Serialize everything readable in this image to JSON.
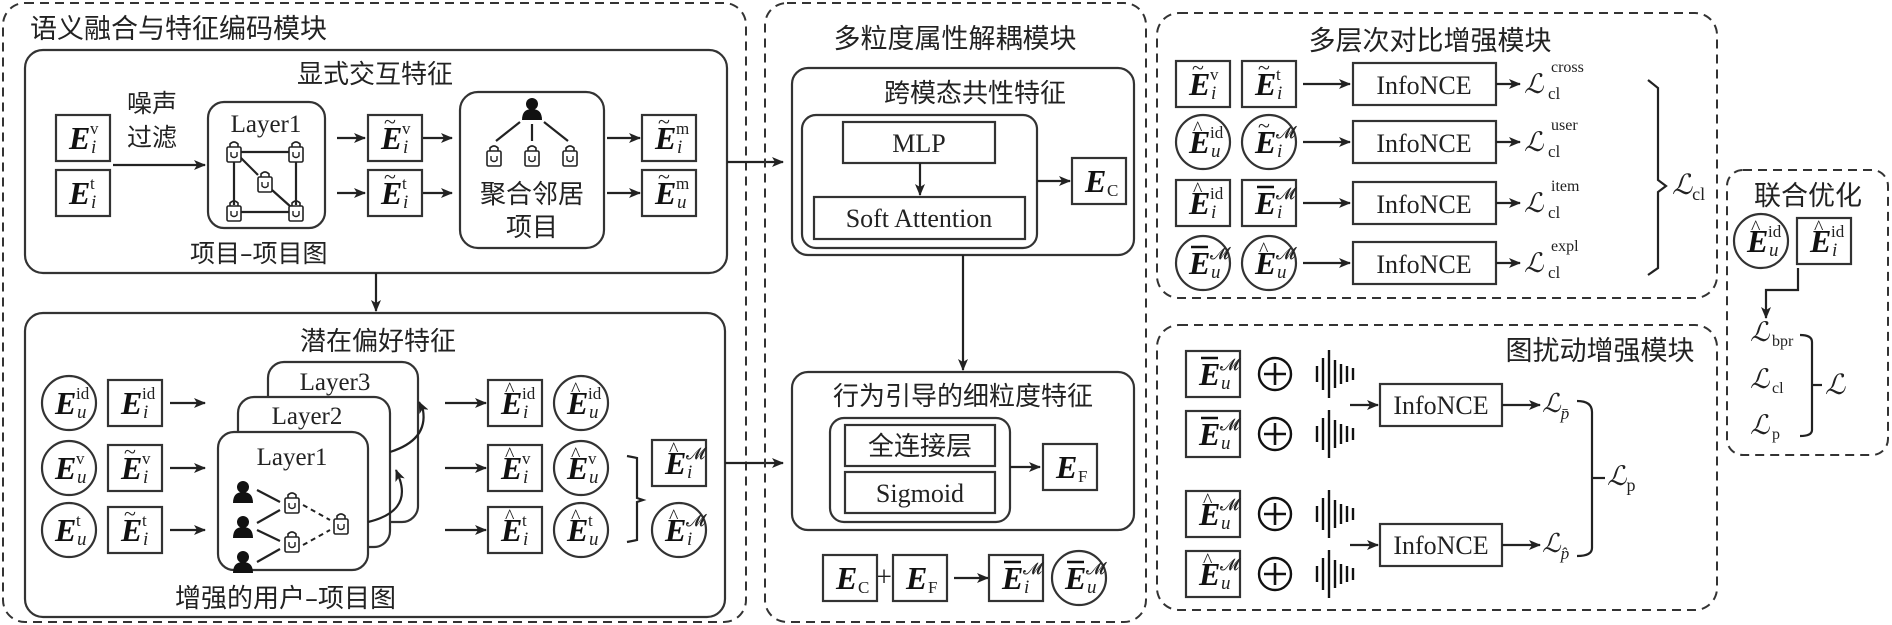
{
  "figure": {
    "modules": {
      "semantic_fusion": {
        "title": "语义融合与特征编码模块",
        "explicit": {
          "title": "显式交互特征",
          "noise_filter": [
            "噪声",
            "过滤"
          ],
          "layer_label": "Layer1",
          "item_graph_caption": "项目–项目图",
          "aggregate": [
            "聚合邻居",
            "项目"
          ],
          "inputs": [
            {
              "base": "E",
              "sub": "i",
              "sup": "v",
              "accent": "none",
              "shape": "box"
            },
            {
              "base": "E",
              "sub": "i",
              "sup": "t",
              "accent": "none",
              "shape": "box"
            }
          ],
          "mid": [
            {
              "base": "E",
              "sub": "i",
              "sup": "v",
              "accent": "tilde",
              "shape": "box"
            },
            {
              "base": "E",
              "sub": "i",
              "sup": "t",
              "accent": "tilde",
              "shape": "box"
            }
          ],
          "outputs": [
            {
              "base": "E",
              "sub": "i",
              "sup": "m",
              "accent": "tilde",
              "shape": "box"
            },
            {
              "base": "E",
              "sub": "u",
              "sup": "m",
              "accent": "tilde",
              "shape": "box"
            }
          ]
        },
        "latent": {
          "title": "潜在偏好特征",
          "layers": [
            "Layer3",
            "Layer2",
            "Layer1"
          ],
          "caption": "增强的用户–项目图",
          "rows": [
            {
              "user": {
                "base": "E",
                "sub": "u",
                "sup": "id",
                "accent": "none",
                "shape": "circle"
              },
              "item": {
                "base": "E",
                "sub": "i",
                "sup": "id",
                "accent": "none",
                "shape": "box"
              },
              "out_item": {
                "base": "E",
                "sub": "i",
                "sup": "id",
                "accent": "hat",
                "shape": "box"
              },
              "out_user": {
                "base": "E",
                "sub": "u",
                "sup": "id",
                "accent": "hat",
                "shape": "circle"
              }
            },
            {
              "user": {
                "base": "E",
                "sub": "u",
                "sup": "v",
                "accent": "none",
                "shape": "circle"
              },
              "item": {
                "base": "E",
                "sub": "i",
                "sup": "v",
                "accent": "tilde",
                "shape": "box"
              },
              "out_item": {
                "base": "E",
                "sub": "i",
                "sup": "v",
                "accent": "hat",
                "shape": "box"
              },
              "out_user": {
                "base": "E",
                "sub": "u",
                "sup": "v",
                "accent": "hat",
                "shape": "circle"
              }
            },
            {
              "user": {
                "base": "E",
                "sub": "u",
                "sup": "t",
                "accent": "none",
                "shape": "circle"
              },
              "item": {
                "base": "E",
                "sub": "i",
                "sup": "t",
                "accent": "tilde",
                "shape": "box"
              },
              "out_item": {
                "base": "E",
                "sub": "i",
                "sup": "t",
                "accent": "hat",
                "shape": "box"
              },
              "out_user": {
                "base": "E",
                "sub": "u",
                "sup": "t",
                "accent": "hat",
                "shape": "circle"
              }
            }
          ],
          "merged": [
            {
              "base": "E",
              "sub": "i",
              "sup": "𝓜",
              "accent": "hat",
              "shape": "box"
            },
            {
              "base": "E",
              "sub": "i",
              "sup": "𝓜",
              "accent": "hat",
              "shape": "circle"
            }
          ]
        }
      },
      "decoupling": {
        "title": "多粒度属性解耦模块",
        "cross_modal": {
          "title": "跨模态共性特征",
          "mlp": "MLP",
          "attention": "Soft Attention",
          "output": {
            "base": "E",
            "sub": "C"
          }
        },
        "fine_grained": {
          "title": "行为引导的细粒度特征",
          "fc": "全连接层",
          "sigmoid": "Sigmoid",
          "output": {
            "base": "E",
            "sub": "F"
          }
        },
        "combine": {
          "left": {
            "base": "E",
            "sub": "C"
          },
          "plus": "+",
          "right": {
            "base": "E",
            "sub": "F"
          },
          "results": [
            {
              "base": "E",
              "sub": "i",
              "sup": "𝓜",
              "accent": "bar",
              "shape": "box"
            },
            {
              "base": "E",
              "sub": "u",
              "sup": "𝓜",
              "accent": "bar",
              "shape": "circle"
            }
          ]
        }
      },
      "contrastive": {
        "title": "多层次对比增强模块",
        "rows": [
          {
            "a": {
              "base": "E",
              "sub": "i",
              "sup": "v",
              "accent": "tilde",
              "shape": "box"
            },
            "b": {
              "base": "E",
              "sub": "i",
              "sup": "t",
              "accent": "tilde",
              "shape": "box"
            },
            "op": "InfoNCE",
            "loss_sub": "cl",
            "loss_sup": "cross"
          },
          {
            "a": {
              "base": "E",
              "sub": "u",
              "sup": "id",
              "accent": "hat",
              "shape": "circle"
            },
            "b": {
              "base": "E",
              "sub": "i",
              "sup": "𝓜",
              "accent": "tilde",
              "shape": "circle"
            },
            "op": "InfoNCE",
            "loss_sub": "cl",
            "loss_sup": "user"
          },
          {
            "a": {
              "base": "E",
              "sub": "i",
              "sup": "id",
              "accent": "hat",
              "shape": "box"
            },
            "b": {
              "base": "E",
              "sub": "i",
              "sup": "𝓜",
              "accent": "bar",
              "shape": "box"
            },
            "op": "InfoNCE",
            "loss_sub": "cl",
            "loss_sup": "item"
          },
          {
            "a": {
              "base": "E",
              "sub": "u",
              "sup": "𝓜",
              "accent": "bar",
              "shape": "circle"
            },
            "b": {
              "base": "E",
              "sub": "u",
              "sup": "𝓜",
              "accent": "hat",
              "shape": "circle"
            },
            "op": "InfoNCE",
            "loss_sub": "cl",
            "loss_sup": "expl"
          }
        ],
        "total": {
          "symbol": "ℒ",
          "sub": "cl"
        }
      },
      "perturbation": {
        "title": "图扰动增强模块",
        "rows": [
          {
            "base": "E",
            "sub": "u",
            "sup": "𝓜",
            "accent": "bar"
          },
          {
            "base": "E",
            "sub": "u",
            "sup": "𝓜",
            "accent": "bar"
          },
          {
            "base": "E",
            "sub": "u",
            "sup": "𝓜",
            "accent": "hat"
          },
          {
            "base": "E",
            "sub": "u",
            "sup": "𝓜",
            "accent": "hat"
          }
        ],
        "oplus": "⊕",
        "ops": [
          "InfoNCE",
          "InfoNCE"
        ],
        "losses": [
          {
            "symbol": "ℒ",
            "sub": "p̄"
          },
          {
            "symbol": "ℒ",
            "sub": "p̂"
          }
        ],
        "total": {
          "symbol": "ℒ",
          "sub": "p"
        }
      },
      "joint": {
        "title": "联合优化",
        "inputs": [
          {
            "base": "E",
            "sub": "u",
            "sup": "id",
            "accent": "hat",
            "shape": "circle"
          },
          {
            "base": "E",
            "sub": "i",
            "sup": "id",
            "accent": "hat",
            "shape": "box"
          }
        ],
        "losses": [
          {
            "symbol": "ℒ",
            "sub": "bpr"
          },
          {
            "symbol": "ℒ",
            "sub": "cl"
          },
          {
            "symbol": "ℒ",
            "sub": "p"
          }
        ],
        "total": {
          "symbol": "ℒ"
        }
      }
    }
  }
}
